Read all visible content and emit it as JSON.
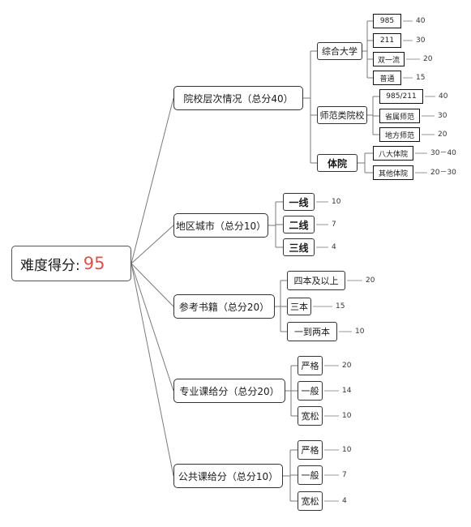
{
  "root": {
    "label": "难度得分:",
    "score": "95"
  },
  "categories": [
    {
      "label": "院校层次情况（总分40）",
      "children": [
        {
          "label": "综合大学",
          "children": [
            {
              "label": "985",
              "score": "40"
            },
            {
              "label": "211",
              "score": "30"
            },
            {
              "label": "双一流",
              "score": "20"
            },
            {
              "label": "普通",
              "score": "15"
            }
          ]
        },
        {
          "label": "师范类院校",
          "children": [
            {
              "label": "985/211",
              "score": "40"
            },
            {
              "label": "省属师范",
              "score": "30"
            },
            {
              "label": "地方师范",
              "score": "20"
            }
          ]
        },
        {
          "label": "体院",
          "children": [
            {
              "label": "八大体院",
              "score": "30－40"
            },
            {
              "label": "其他体院",
              "score": "20－30"
            }
          ]
        }
      ]
    },
    {
      "label": "地区城市（总分10）",
      "children": [
        {
          "label": "一线",
          "score": "10"
        },
        {
          "label": "二线",
          "score": "7"
        },
        {
          "label": "三线",
          "score": "4"
        }
      ]
    },
    {
      "label": "参考书籍（总分20）",
      "children": [
        {
          "label": "四本及以上",
          "score": "20"
        },
        {
          "label": "三本",
          "score": "15"
        },
        {
          "label": "一到两本",
          "score": "10"
        }
      ]
    },
    {
      "label": "专业课给分（总分20）",
      "children": [
        {
          "label": "严格",
          "score": "20"
        },
        {
          "label": "一般",
          "score": "14"
        },
        {
          "label": "宽松",
          "score": "10"
        }
      ]
    },
    {
      "label": "公共课给分（总分10）",
      "children": [
        {
          "label": "严格",
          "score": "10"
        },
        {
          "label": "一般",
          "score": "7"
        },
        {
          "label": "宽松",
          "score": "4"
        }
      ]
    }
  ],
  "colors": {
    "line": "#7a7a7a",
    "score": "#d9534f",
    "border": "#333333"
  }
}
